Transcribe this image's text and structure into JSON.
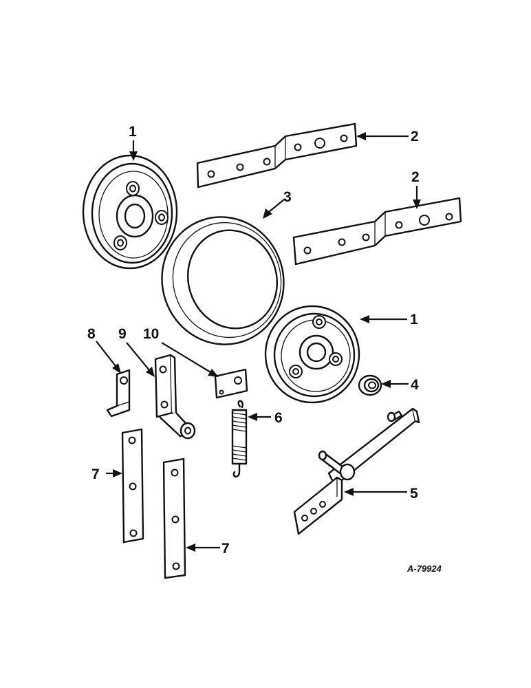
{
  "diagram": {
    "drawing_number": "A-79924",
    "callouts": {
      "c1_top": "1",
      "c1_right": "1",
      "c2_top": "2",
      "c2_bottom": "2",
      "c3": "3",
      "c4": "4",
      "c5": "5",
      "c6": "6",
      "c7_left": "7",
      "c7_right": "7",
      "c8": "8",
      "c9": "9",
      "c10": "10"
    }
  }
}
